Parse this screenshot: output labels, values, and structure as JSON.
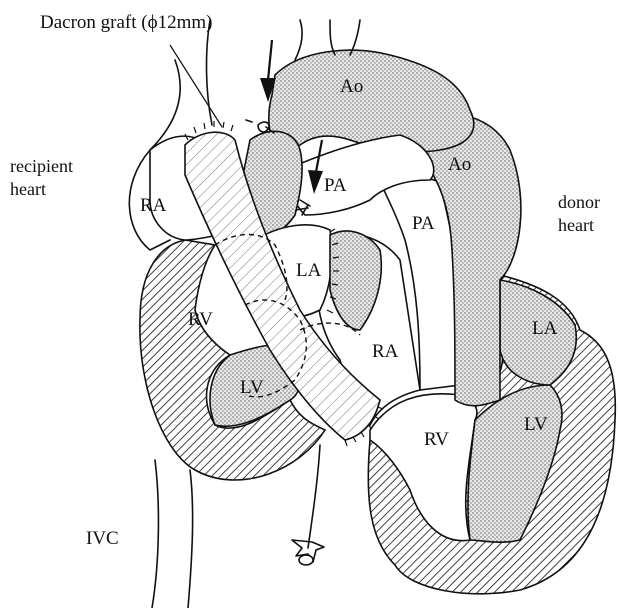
{
  "figure": {
    "labels": {
      "graft": "Dacron graft (ϕ12mm)",
      "recipient": "recipient",
      "recipient_heart": "heart",
      "donor": "donor",
      "donor_heart": "heart",
      "ivc": "IVC",
      "r_ra": "RA",
      "r_rv": "RV",
      "r_lv": "LV",
      "r_la": "LA",
      "r_pa": "PA",
      "r_ao": "Ao",
      "d_ao": "Ao",
      "d_pa": "PA",
      "d_ra": "RA",
      "d_rv": "RV",
      "d_la": "LA",
      "d_lv": "LV"
    }
  }
}
